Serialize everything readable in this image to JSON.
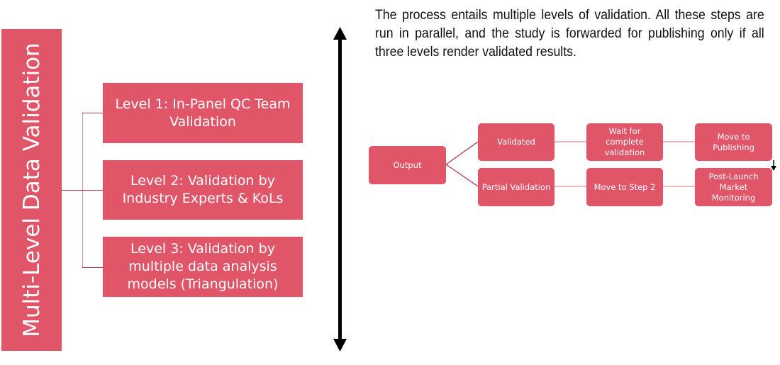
{
  "sidebar": {
    "title": "Multi-Level Data Validation"
  },
  "levels": [
    {
      "label": "Level 1: In-Panel QC Team Validation"
    },
    {
      "label": "Level 2: Validation by Industry Experts & KoLs"
    },
    {
      "label": "Level 3: Validation by multiple data analysis models (Triangulation)"
    }
  ],
  "description": "The process entails multiple levels of validation. All these steps are run in parallel, and the study is forwarded for publishing only if all three levels render validated results.",
  "flow": {
    "output": "Output",
    "validated": "Validated",
    "partial_validation": "Partial Validation",
    "wait": "Wait for complete validation",
    "move_to_step2": "Move to Step 2",
    "move_to_publishing": "Move to Publishing",
    "post_launch": "Post-Launch Market Monitoring"
  },
  "colors": {
    "box": "#e05567",
    "connector": "#b53a4e",
    "arrow": "#000000"
  }
}
